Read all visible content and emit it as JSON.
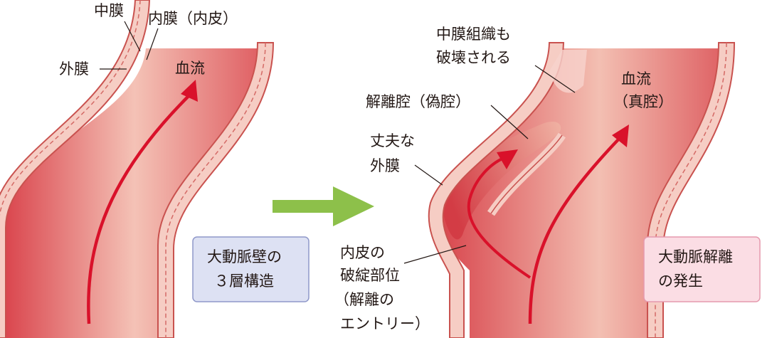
{
  "left_panel": {
    "labels": {
      "media": "中膜",
      "intima": "内膜（内皮）",
      "adventitia": "外膜",
      "blood_flow": "血流"
    },
    "caption_box": {
      "line1": "大動脈壁の",
      "line2": "３層構造"
    }
  },
  "right_panel": {
    "labels": {
      "media_destroyed_1": "中膜組織も",
      "media_destroyed_2": "破壊される",
      "false_lumen": "解離腔（偽腔）",
      "strong_adventitia_1": "丈夫な",
      "strong_adventitia_2": "外膜",
      "blood_flow_1": "血流",
      "blood_flow_2": "（真腔）",
      "entry_1": "内皮の",
      "entry_2": "破綻部位",
      "entry_3": "（解離の",
      "entry_4": "エントリー）"
    },
    "caption_box": {
      "line1": "大動脈解離",
      "line2": "の発生"
    }
  },
  "colors": {
    "vessel_dark": "#d9414a",
    "vessel_light": "#f4c2b6",
    "wall_pink": "#f5c6c0",
    "wall_line": "#c9524f",
    "flow_arrow": "#d9112a",
    "transition_arrow": "#8dc04a",
    "box_left_fill": "#dde1f3",
    "box_left_stroke": "#8f98c9",
    "box_right_fill": "#fbdde4",
    "box_right_stroke": "#e59aae"
  }
}
